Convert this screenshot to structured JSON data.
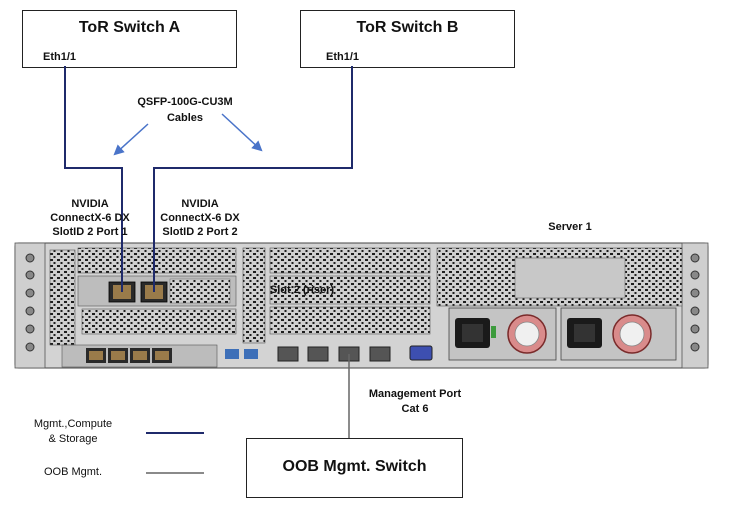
{
  "switches": {
    "tor_a": {
      "title": "ToR Switch A",
      "port": "Eth1/1"
    },
    "tor_b": {
      "title": "ToR Switch B",
      "port": "Eth1/1"
    },
    "oob": {
      "title": "OOB Mgmt. Switch"
    }
  },
  "cables": {
    "qsfp_line1": "QSFP-100G-CU3M",
    "qsfp_line2": "Cables"
  },
  "nic": {
    "port1": {
      "line1": "NVIDIA",
      "line2": "ConnectX-6 DX",
      "line3": "SlotID 2 Port 1"
    },
    "port2": {
      "line1": "NVIDIA",
      "line2": "ConnectX-6 DX",
      "line3": "SlotID 2 Port 2"
    }
  },
  "server": {
    "label": "Server 1",
    "slot_text": "Slot 2 (riser)"
  },
  "mgmt_port": {
    "line1": "Management Port",
    "line2": "Cat 6"
  },
  "legend": {
    "items": [
      {
        "label_line1": "Mgmt.,Compute",
        "label_line2": "& Storage",
        "color": "#1f2a6b"
      },
      {
        "label_line1": "OOB Mgmt.",
        "label_line2": "",
        "color": "#8a8a8a"
      }
    ]
  },
  "colors": {
    "data_cable": "#1f2a6b",
    "oob_cable": "#666666",
    "arrow": "#4a74c9",
    "chassis": "#d3d3d3"
  }
}
